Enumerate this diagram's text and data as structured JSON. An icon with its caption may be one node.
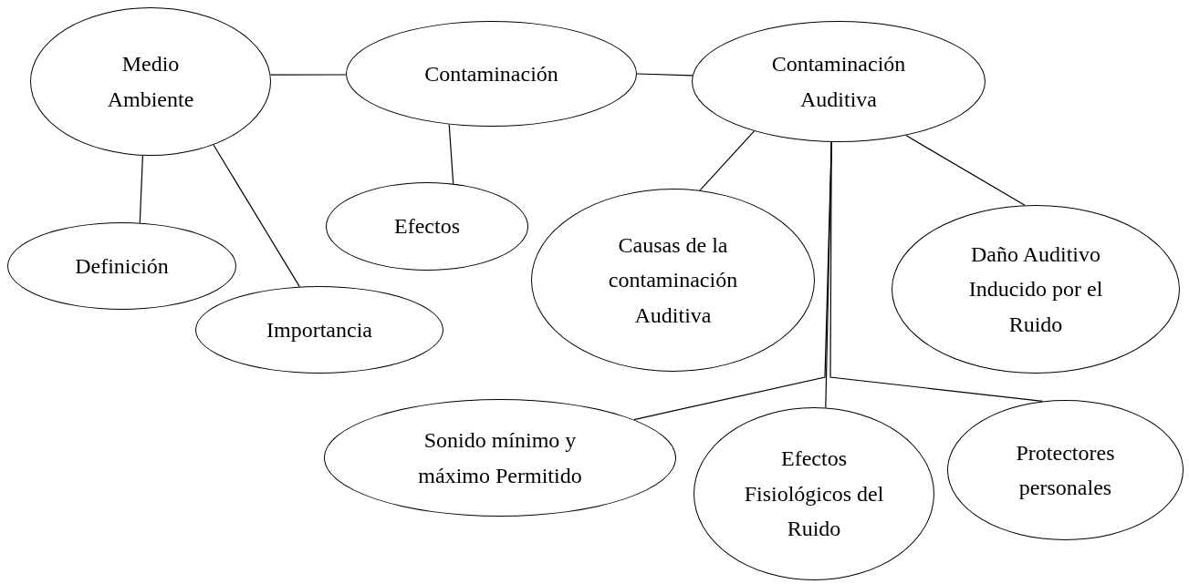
{
  "diagram": {
    "nodes": [
      {
        "text": [
          "Medio Ambiente"
        ]
      },
      {
        "text": [
          "Contaminación"
        ]
      },
      {
        "text": [
          "Contaminación Auditiva"
        ]
      },
      {
        "text": [
          "Definición"
        ]
      },
      {
        "text": [
          "Importancia"
        ]
      },
      {
        "text": [
          "Efectos"
        ]
      },
      {
        "text": [
          "Causas de la contaminación Auditiva"
        ]
      },
      {
        "text": [
          "Daño Auditivo Inducido por el Ruido"
        ]
      },
      {
        "text": [
          "Sonido mínimo y máximo Permitido"
        ]
      },
      {
        "text": [
          "Efectos Fisiológicos del Ruido"
        ]
      },
      {
        "text": [
          "Protectores personales"
        ]
      }
    ],
    "edges": [
      {
        "from": 0,
        "to": 1,
        "arrow": "none"
      },
      {
        "from": 1,
        "to": 2,
        "arrow": "none"
      },
      {
        "from": 0,
        "to": 3,
        "arrow": "none"
      },
      {
        "from": 0,
        "to": 4,
        "arrow": "none"
      },
      {
        "from": 1,
        "to": 5,
        "arrow": "none"
      },
      {
        "from": 2,
        "to": 6,
        "arrow": "none"
      },
      {
        "from": 2,
        "to": 7,
        "arrow": "none"
      },
      {
        "from": 2,
        "to": 9,
        "arrow": "none"
      },
      {
        "from": 2,
        "to": 8,
        "arrow": "none"
      },
      {
        "from": 2,
        "to": 10,
        "arrow": "none"
      }
    ]
  }
}
